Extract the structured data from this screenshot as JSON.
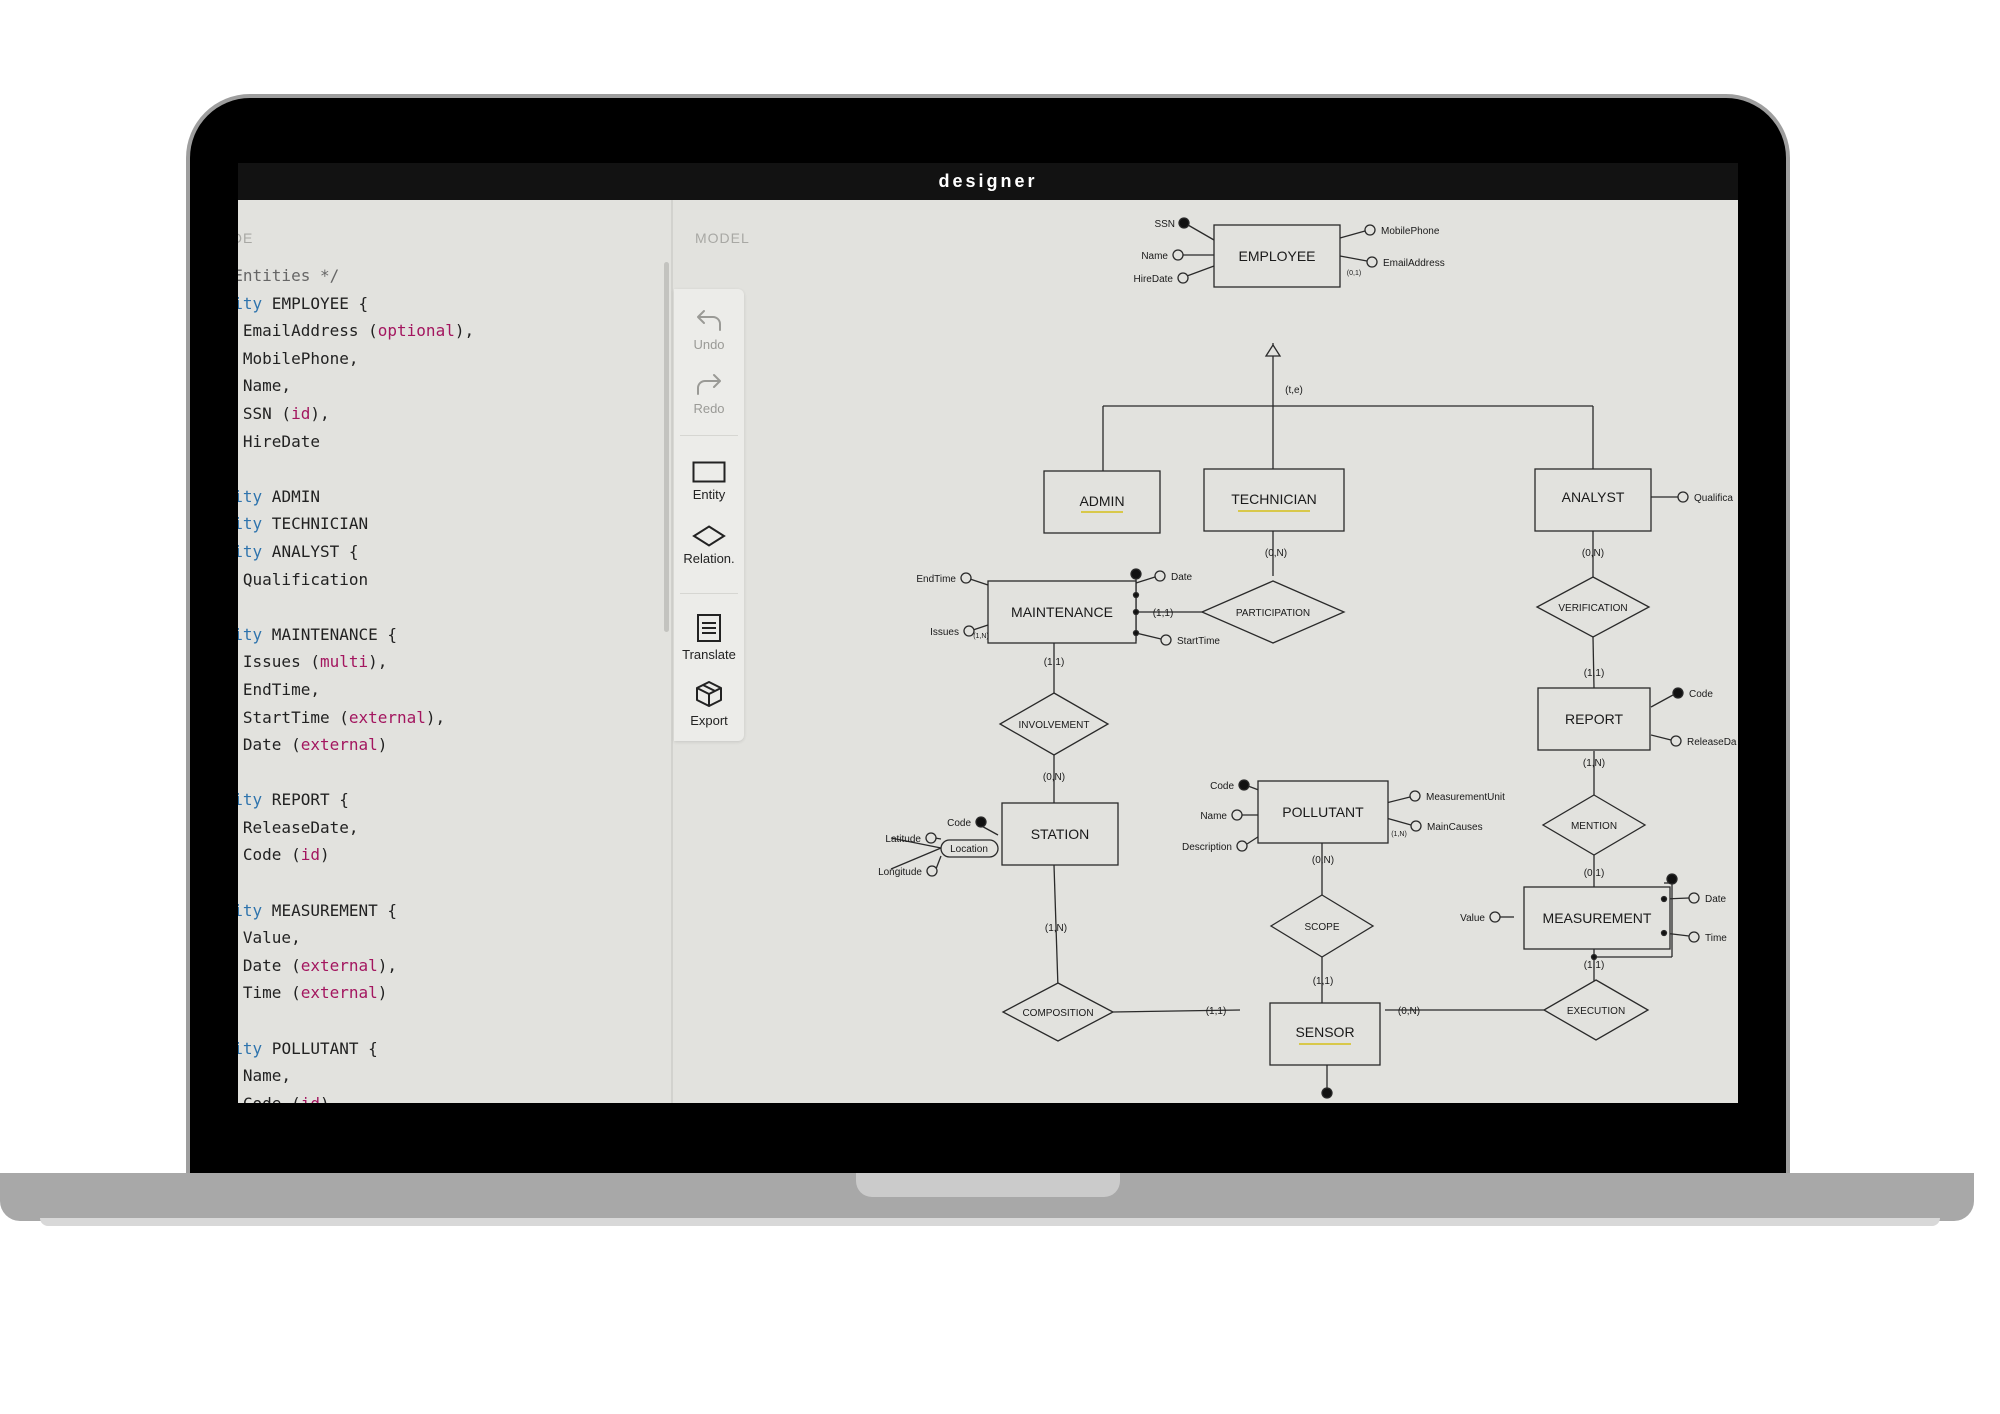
{
  "app": {
    "title": "designer"
  },
  "code_panel": {
    "label": "ODE",
    "lines": [
      [
        {
          "c": "cm",
          "t": "* Entities */"
        }
      ],
      [
        {
          "c": "kw",
          "t": "ntity"
        },
        {
          "t": " EMPLOYEE {"
        }
      ],
      [
        {
          "t": "   EmailAddress ("
        },
        {
          "c": "mod",
          "t": "optional"
        },
        {
          "t": "),"
        }
      ],
      [
        {
          "t": "   MobilePhone,"
        }
      ],
      [
        {
          "t": "   Name,"
        }
      ],
      [
        {
          "t": "   SSN ("
        },
        {
          "c": "mod",
          "t": "id"
        },
        {
          "t": "),"
        }
      ],
      [
        {
          "t": "   HireDate"
        }
      ],
      [],
      [
        {
          "c": "kw",
          "t": "ntity"
        },
        {
          "t": " ADMIN"
        }
      ],
      [
        {
          "c": "kw",
          "t": "ntity"
        },
        {
          "t": " TECHNICIAN"
        }
      ],
      [
        {
          "c": "kw",
          "t": "ntity"
        },
        {
          "t": " ANALYST {"
        }
      ],
      [
        {
          "t": "   Qualification"
        }
      ],
      [],
      [
        {
          "c": "kw",
          "t": "ntity"
        },
        {
          "t": " MAINTENANCE {"
        }
      ],
      [
        {
          "t": "   Issues ("
        },
        {
          "c": "mod",
          "t": "multi"
        },
        {
          "t": "),"
        }
      ],
      [
        {
          "t": "   EndTime,"
        }
      ],
      [
        {
          "t": "   StartTime ("
        },
        {
          "c": "mod",
          "t": "external"
        },
        {
          "t": "),"
        }
      ],
      [
        {
          "t": "   Date ("
        },
        {
          "c": "mod",
          "t": "external"
        },
        {
          "t": ")"
        }
      ],
      [],
      [
        {
          "c": "kw",
          "t": "ntity"
        },
        {
          "t": " REPORT {"
        }
      ],
      [
        {
          "t": "   ReleaseDate,"
        }
      ],
      [
        {
          "t": "   Code ("
        },
        {
          "c": "mod",
          "t": "id"
        },
        {
          "t": ")"
        }
      ],
      [],
      [
        {
          "c": "kw",
          "t": "ntity"
        },
        {
          "t": " MEASUREMENT {"
        }
      ],
      [
        {
          "t": "   Value,"
        }
      ],
      [
        {
          "t": "   Date ("
        },
        {
          "c": "mod",
          "t": "external"
        },
        {
          "t": "),"
        }
      ],
      [
        {
          "t": "   Time ("
        },
        {
          "c": "mod",
          "t": "external"
        },
        {
          "t": ")"
        }
      ],
      [],
      [
        {
          "c": "kw",
          "t": "ntity"
        },
        {
          "t": " POLLUTANT {"
        }
      ],
      [
        {
          "t": "   Name,"
        }
      ],
      [
        {
          "t": "   Code ("
        },
        {
          "c": "mod",
          "t": "id"
        },
        {
          "t": ")"
        }
      ]
    ]
  },
  "model_panel": {
    "label": "MODEL"
  },
  "toolbar": {
    "undo": "Undo",
    "redo": "Redo",
    "entity": "Entity",
    "relation": "Relation.",
    "translate": "Translate",
    "export": "Export"
  },
  "diagram": {
    "entities": {
      "employee": "EMPLOYEE",
      "admin": "ADMIN",
      "technician": "TECHNICIAN",
      "analyst": "ANALYST",
      "maintenance": "MAINTENANCE",
      "report": "REPORT",
      "station": "STATION",
      "pollutant": "POLLUTANT",
      "measurement": "MEASUREMENT",
      "sensor": "SENSOR"
    },
    "relations": {
      "participation": "PARTICIPATION",
      "verification": "VERIFICATION",
      "involvement": "INVOLVEMENT",
      "mention": "MENTION",
      "scope": "SCOPE",
      "composition": "COMPOSITION",
      "execution": "EXECUTION"
    },
    "attributes": {
      "ssn": "SSN",
      "emp_name": "Name",
      "hiredate": "HireDate",
      "mobilephone": "MobilePhone",
      "emailaddress": "EmailAddress",
      "qualification": "Qualifica",
      "endtime": "EndTime",
      "issues": "Issues",
      "maint_date": "Date",
      "starttime": "StartTime",
      "report_code": "Code",
      "releasedate": "ReleaseDa",
      "station_code": "Code",
      "latitude": "Latitude",
      "longitude": "Longitude",
      "location": "Location",
      "poll_code": "Code",
      "poll_name": "Name",
      "description": "Description",
      "measurementunit": "MeasurementUnit",
      "maincauses": "MainCauses",
      "value": "Value",
      "meas_date": "Date",
      "meas_time": "Time"
    },
    "cardinalities": {
      "emailaddress": "(0,1)",
      "issues": "(1,N)",
      "maincauses": "(1,N)",
      "generalization": "(t,e)",
      "technician_participation": "(0,N)",
      "maintenance_participation": "(1,1)",
      "analyst_verification": "(0,N)",
      "verification_report": "(1,1)",
      "maintenance_involvement": "(1,1)",
      "involvement_station": "(0,N)",
      "report_mention": "(1,N)",
      "mention_measurement": "(0,1)",
      "pollutant_scope": "(0,N)",
      "scope_sensor": "(1,1)",
      "station_composition": "(1,N)",
      "composition_sensor": "(1,1)",
      "sensor_execution": "(0,N)",
      "measurement_execution": "(1,1)"
    }
  }
}
